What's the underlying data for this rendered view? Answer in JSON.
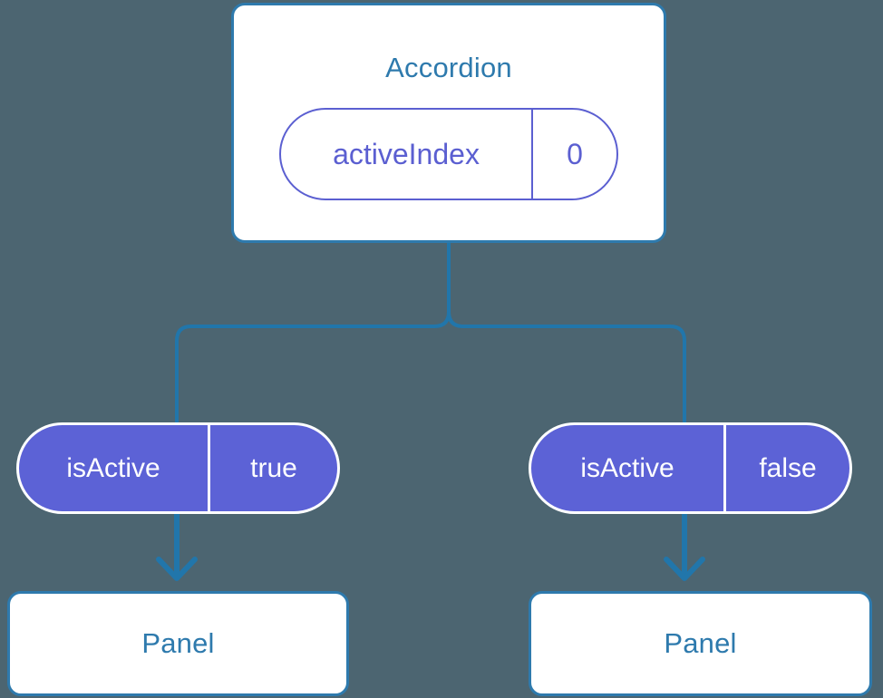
{
  "diagram": {
    "type": "component-tree",
    "background_color": "#4c6571",
    "accent_blue": "#2e7aad",
    "accent_purple": "#5b5fd1",
    "pill_fill": "#5c62d6"
  },
  "root": {
    "title": "Accordion",
    "state_pill": {
      "key": "activeIndex",
      "value": "0"
    }
  },
  "branches": [
    {
      "prop_pill": {
        "key": "isActive",
        "value": "true"
      },
      "child": {
        "title": "Panel"
      }
    },
    {
      "prop_pill": {
        "key": "isActive",
        "value": "false"
      },
      "child": {
        "title": "Panel"
      }
    }
  ],
  "icons": {
    "arrow_down": "arrow-down-icon"
  }
}
